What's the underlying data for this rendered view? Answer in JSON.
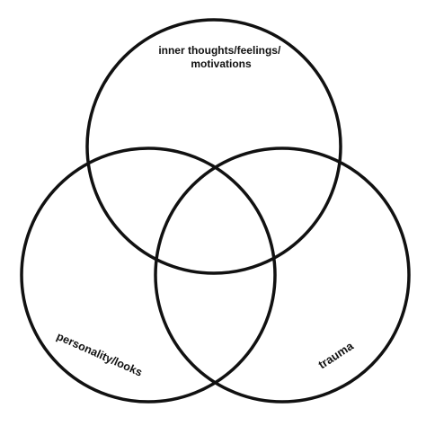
{
  "diagram": {
    "type": "venn",
    "colors": {
      "stroke": "#111111",
      "background": "#ffffff",
      "text": "#111111"
    },
    "sets": [
      {
        "id": "top",
        "lines": [
          "inner thoughts/feelings/",
          "motivations"
        ]
      },
      {
        "id": "left",
        "lines": [
          "personality/looks"
        ]
      },
      {
        "id": "right",
        "lines": [
          "trauma"
        ]
      }
    ]
  }
}
